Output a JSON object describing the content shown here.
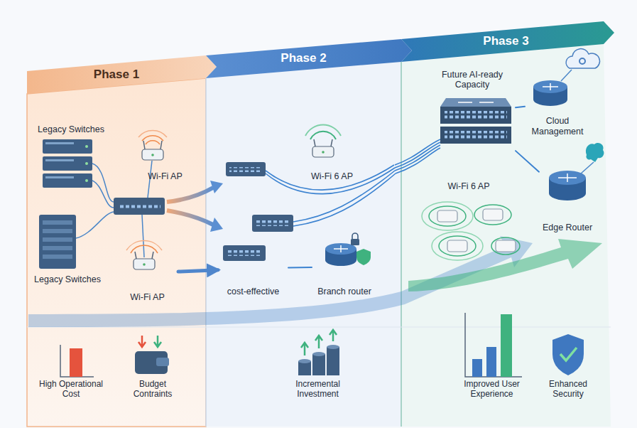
{
  "diagram": {
    "nodes": [
      {
        "text": [
          "Phase 1"
        ]
      },
      {
        "text": [
          "Legacy Switches"
        ],
        "in": 0
      },
      {
        "text": [
          "Wi-Fi AP"
        ],
        "in": 0
      },
      {
        "text": [
          "Legacy Switches"
        ],
        "in": 0
      },
      {
        "text": [
          "Wi-Fi AP"
        ],
        "in": 0
      },
      {
        "text": [
          "High Operational Cost"
        ],
        "in": 0
      },
      {
        "text": [
          "Budget Contraints"
        ],
        "in": 0
      },
      {
        "text": [
          "Phase 2"
        ]
      },
      {
        "text": [
          "Wi-Fi 6 AP"
        ],
        "in": 7
      },
      {
        "text": [
          "cost-effective"
        ],
        "in": 7
      },
      {
        "text": [
          "Branch router"
        ],
        "in": 7
      },
      {
        "text": [
          "Incremental Investment"
        ],
        "in": 7
      },
      {
        "text": [
          "Phase 3"
        ]
      },
      {
        "text": [
          "Future AI-ready Capacity"
        ],
        "in": 12
      },
      {
        "text": [
          "Cloud Management"
        ],
        "in": 12
      },
      {
        "text": [
          "Wi-Fi 6 AP"
        ],
        "in": 12
      },
      {
        "text": [
          "Edge Router"
        ],
        "in": 12
      },
      {
        "text": [
          "Improved User Experience"
        ],
        "in": 12
      },
      {
        "text": [
          "Enhanced Security"
        ],
        "in": 12
      }
    ],
    "edges": [
      {
        "from": 4,
        "to": 9,
        "arrow": "to"
      },
      {
        "from": 9,
        "to": 10,
        "arrow": "none"
      },
      {
        "from": 13,
        "to": 14,
        "arrow": "none"
      },
      {
        "from": 13,
        "to": 16,
        "arrow": "none"
      }
    ]
  }
}
